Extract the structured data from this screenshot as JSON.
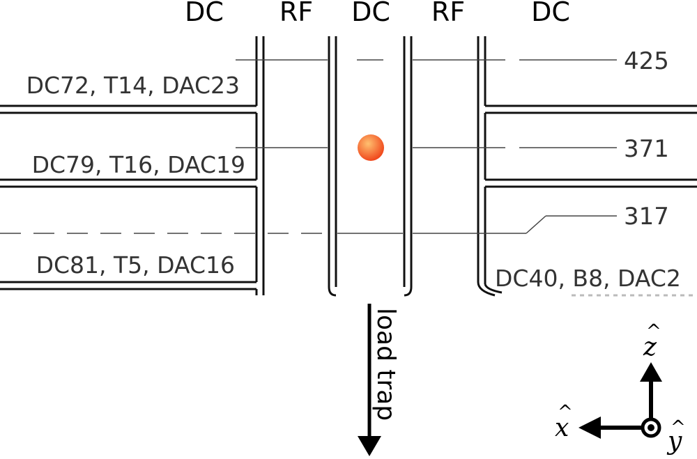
{
  "column_labels": [
    "DC",
    "RF",
    "DC",
    "RF",
    "DC"
  ],
  "electrode_labels": {
    "left_top": "DC72, T14, DAC23",
    "left_mid": "DC79, T16, DAC19",
    "left_bot": "DC81, T5, DAC16",
    "right_bot": "DC40, B8, DAC2"
  },
  "position_labels": [
    "425",
    "371",
    "317"
  ],
  "load_label": "load trap",
  "axes": {
    "x": "x",
    "y": "y",
    "z": "z",
    "hat": "^"
  },
  "colors": {
    "ion": "#f25a22",
    "ion_highlight": "#ffb070",
    "lines": "#111111"
  }
}
